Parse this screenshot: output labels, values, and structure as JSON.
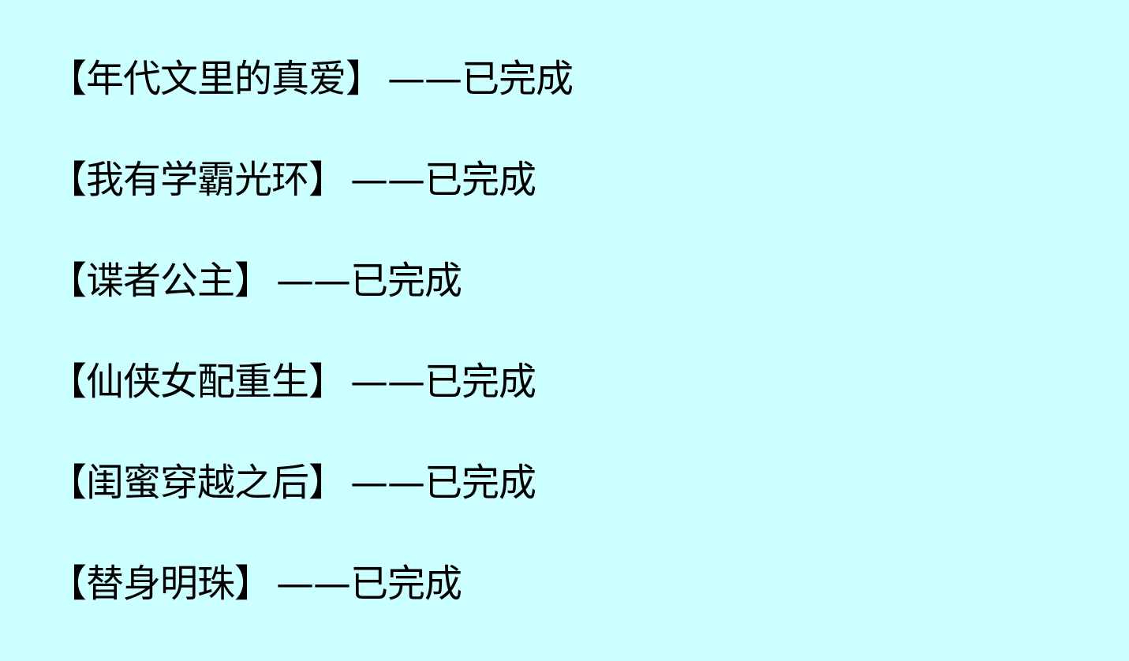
{
  "page": {
    "background_color": "#ccffff",
    "text_color": "#000000"
  },
  "items": [
    {
      "open": "【",
      "title": "年代文里的真爱",
      "close": "】",
      "separator": "——",
      "status": "已完成"
    },
    {
      "open": "【",
      "title": "我有学霸光环",
      "close": "】",
      "separator": "——",
      "status": "已完成"
    },
    {
      "open": "【",
      "title": "谍者公主",
      "close": "】",
      "separator": "——",
      "status": "已完成"
    },
    {
      "open": "【",
      "title": "仙侠女配重生",
      "close": "】",
      "separator": "——",
      "status": "已完成"
    },
    {
      "open": "【",
      "title": "闺蜜穿越之后",
      "close": "】",
      "separator": "——",
      "status": "已完成"
    },
    {
      "open": "【",
      "title": "替身明珠",
      "close": "】",
      "separator": "——",
      "status": "已完成"
    }
  ]
}
